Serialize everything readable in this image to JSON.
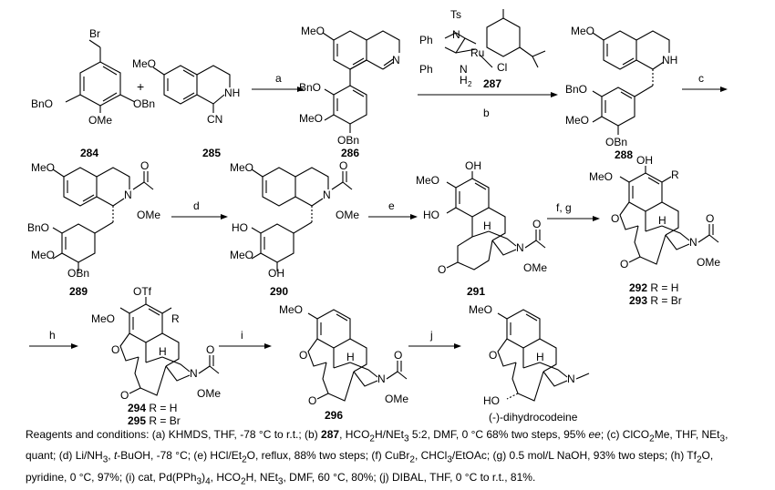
{
  "compounds": {
    "c284": {
      "number": "284",
      "labels": {
        "br": "Br",
        "bno": "BnO",
        "obn": "OBn",
        "ome": "OMe"
      }
    },
    "c285": {
      "number": "285",
      "labels": {
        "meo": "MeO",
        "nh": "NH",
        "cn": "CN"
      }
    },
    "c286": {
      "number": "286",
      "labels": {
        "meo": "MeO",
        "n": "N",
        "bno": "BnO",
        "meo2": "MeO",
        "obn": "OBn"
      }
    },
    "c287": {
      "number": "287",
      "labels": {
        "ts": "Ts",
        "n1": "N",
        "ru": "Ru",
        "ph1": "Ph",
        "ph2": "Ph",
        "n2": "N",
        "h2": "H",
        "h2sub": "2",
        "cl": "Cl"
      }
    },
    "c288": {
      "number": "288",
      "labels": {
        "meo": "MeO",
        "nh": "NH",
        "bno": "BnO",
        "meo2": "MeO",
        "obn": "OBn"
      }
    },
    "c289": {
      "number": "289",
      "labels": {
        "meo": "MeO",
        "n": "N",
        "o": "O",
        "ome": "OMe",
        "bno": "BnO",
        "meo2": "MeO",
        "obn": "OBn"
      }
    },
    "c290": {
      "number": "290",
      "labels": {
        "meo": "MeO",
        "n": "N",
        "o": "O",
        "ome": "OMe",
        "ho": "HO",
        "meo2": "MeO",
        "oh": "OH"
      }
    },
    "c291": {
      "number": "291",
      "labels": {
        "oh": "OH",
        "meo": "MeO",
        "ho": "HO",
        "n": "N",
        "o": "O",
        "ome": "OMe",
        "h": "H",
        "ketone": "O"
      }
    },
    "c292_293": {
      "number_a": "292",
      "text_a": " R = H",
      "number_b": "293",
      "text_b": " R = Br",
      "labels": {
        "oh": "OH",
        "r": "R",
        "meo": "MeO",
        "o": "O",
        "h": "H",
        "n": "N",
        "o2": "O",
        "ome": "OMe",
        "ketone": "O"
      }
    },
    "c294_295": {
      "number_a": "294",
      "text_a": " R = H",
      "number_b": "295",
      "text_b": " R = Br",
      "labels": {
        "otf": "OTf",
        "meo": "MeO",
        "r": "R",
        "o": "O",
        "h": "H",
        "n": "N",
        "o2": "O",
        "ome": "OMe",
        "ketone": "O"
      }
    },
    "c296": {
      "number": "296",
      "labels": {
        "meo": "MeO",
        "o": "O",
        "h": "H",
        "n": "N",
        "o2": "O",
        "ome": "OMe",
        "ketone": "O"
      }
    },
    "product": {
      "name": "(-)-dihydrocodeine",
      "labels": {
        "meo": "MeO",
        "o": "O",
        "h": "H",
        "n": "N",
        "ho": "HO"
      }
    }
  },
  "plus_sign": "+",
  "arrows": {
    "a": "a",
    "b": "b",
    "c": "c",
    "d": "d",
    "e": "e",
    "fg": "f, g",
    "h": "h",
    "i": "i",
    "j": "j"
  },
  "footnote": {
    "prefix": "Reagents and conditions: (a) KHMDS, THF, -78 °C to r.t.; (b) ",
    "cat_ref": "287",
    "b_part": ", HCO",
    "b_sub1": "2",
    "b_part2": "H/NEt",
    "b_sub2": "3",
    "b_part3": " 5:2, DMF, 0 °C  68% two steps, 95% ",
    "b_ee": "ee",
    "c_part": "; (c) ClCO",
    "c_sub1": "2",
    "c_part2": "Me, THF, NEt",
    "c_sub2": "3",
    "c_part3": ", quant; (d) Li/NH",
    "d_sub": "3",
    "d_part": ", ",
    "d_t": "t",
    "d_part2": "-BuOH, -78 °C; (e) HCl/Et",
    "e_sub": "2",
    "e_part": "O, reflux, 88% two steps; (f) CuBr",
    "f_sub": "2",
    "f_part": ", CHCl",
    "f_sub2": "3",
    "f_part2": "/EtOAc; (g) 0.5 mol/L NaOH, 93% two steps; (h) Tf",
    "h_sub": "2",
    "h_part": "O, pyridine, 0 °C, 97%; (i) cat, Pd(PPh",
    "i_sub": "3",
    "i_part": ")",
    "i_sub2": "4",
    "i_part2": ", HCO",
    "i_sub3": "2",
    "i_part3": "H, NEt",
    "i_sub4": "3",
    "i_part4": ", DMF, 60 °C, 80%; (j) DIBAL, THF, 0 °C to r.t., 81%."
  }
}
